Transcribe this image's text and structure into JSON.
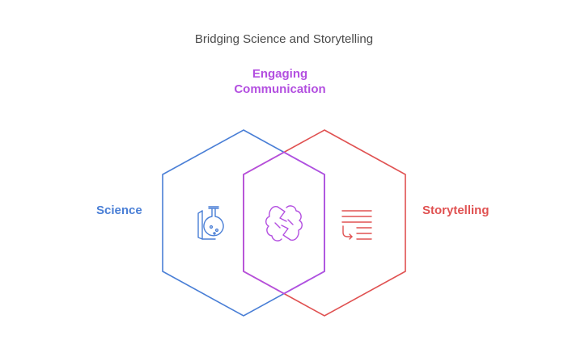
{
  "title": "Bridging Science and Storytelling",
  "left_set": {
    "label": "Science",
    "color": "#4a7fd6",
    "icon": "flask-book-icon"
  },
  "right_set": {
    "label": "Storytelling",
    "color": "#e05252",
    "icon": "text-lines-arrow-icon"
  },
  "overlap": {
    "label_line1": "Engaging",
    "label_line2": "Communication",
    "color": "#b34fe0",
    "icon": "handshake-icon"
  }
}
